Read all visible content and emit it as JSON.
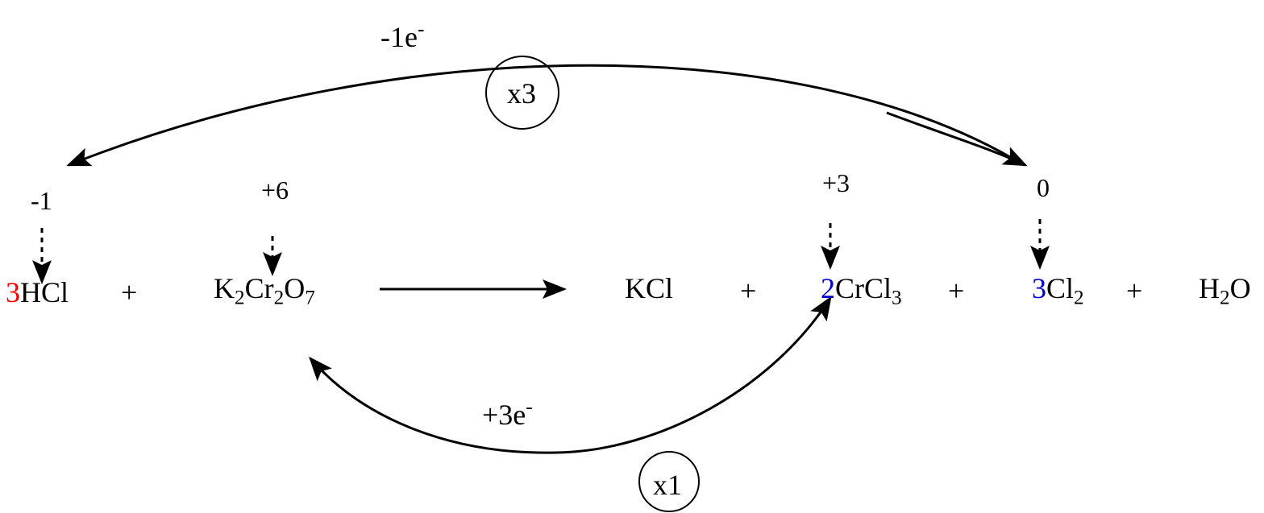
{
  "colors": {
    "red": "#ff0000",
    "blue": "#0000cc",
    "black": "#000000"
  },
  "reactants": [
    {
      "coef": "3",
      "coef_color": "red",
      "formula": "HCl",
      "oxidation": "-1"
    },
    {
      "coef": "",
      "formula": "K2Cr2O7",
      "parts": [
        "K",
        "2",
        "Cr",
        "2",
        "O",
        "7"
      ],
      "oxidation": "+6"
    }
  ],
  "products": [
    {
      "coef": "",
      "formula": "KCl"
    },
    {
      "coef": "2",
      "coef_color": "blue",
      "formula": "CrCl3",
      "parts": [
        "CrCl",
        "3"
      ],
      "oxidation": "+3"
    },
    {
      "coef": "3",
      "coef_color": "blue",
      "formula": "Cl2",
      "parts": [
        "Cl",
        "2"
      ],
      "oxidation": "0"
    },
    {
      "coef": "",
      "formula": "H2O",
      "parts": [
        "H",
        "2",
        "O"
      ]
    }
  ],
  "plus": "+",
  "top_transfer": {
    "label": "-1e",
    "sup": "-",
    "multiplier": "x3"
  },
  "bottom_transfer": {
    "label": "+3e",
    "sup": "-",
    "multiplier": "x1"
  }
}
